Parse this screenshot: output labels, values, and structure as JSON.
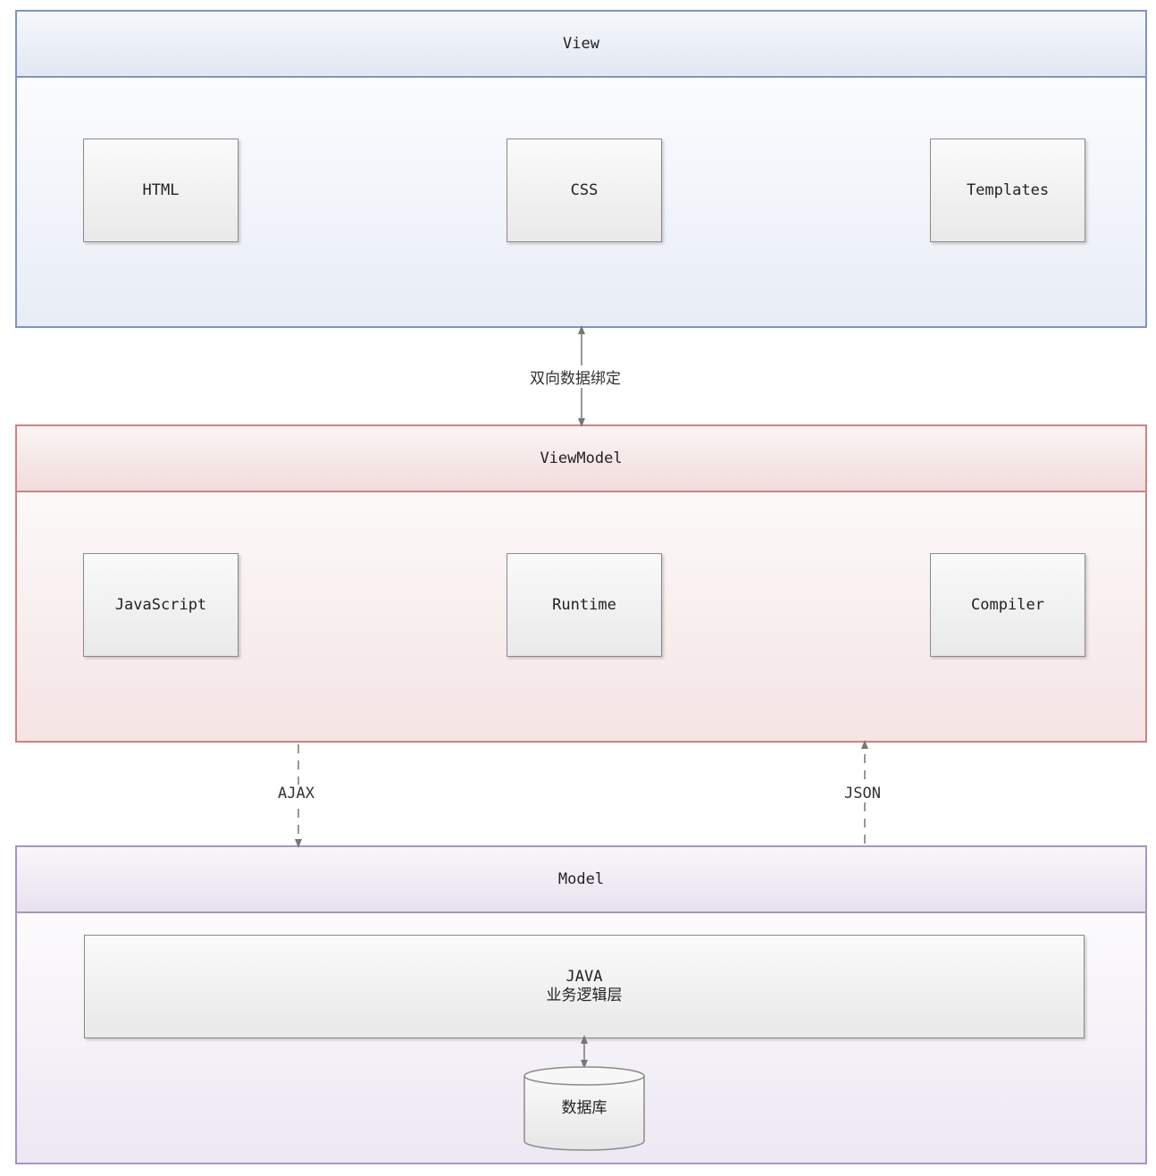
{
  "view": {
    "title": "View",
    "boxes": [
      "HTML",
      "CSS",
      "Templates"
    ]
  },
  "binding_label": "双向数据绑定",
  "viewmodel": {
    "title": "ViewModel",
    "boxes": [
      "JavaScript",
      "Runtime",
      "Compiler"
    ]
  },
  "ajax_label": "AJAX",
  "json_label": "JSON",
  "model": {
    "title": "Model",
    "logic_box": {
      "line1": "JAVA",
      "line2": "业务逻辑层"
    },
    "database": "数据库"
  },
  "colors": {
    "view_border": "#7f95c2",
    "viewmodel_border": "#c98482",
    "model_border": "#a895bf",
    "box_border": "#8a8a8a",
    "connector": "#777777"
  }
}
